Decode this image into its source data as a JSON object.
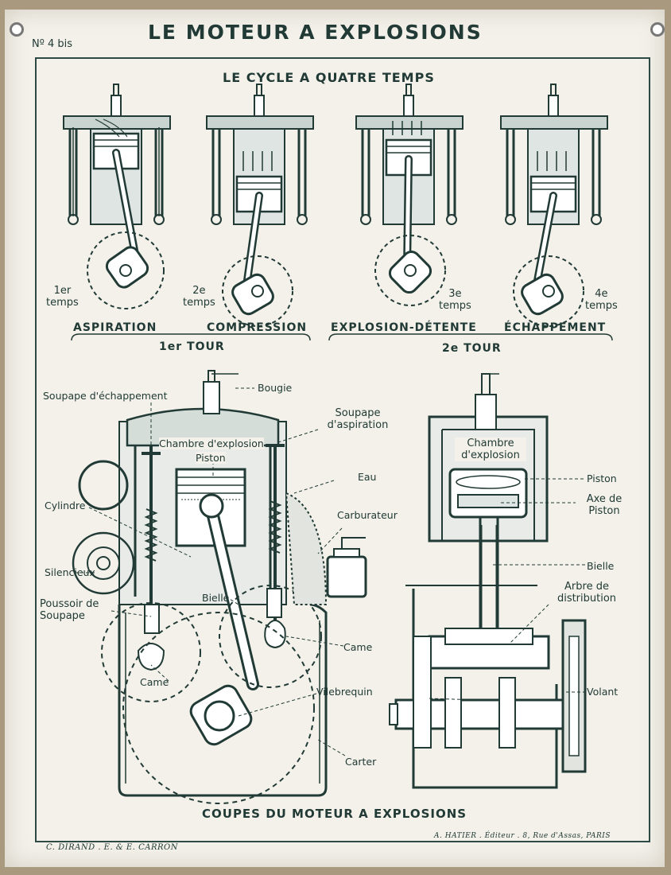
{
  "header": {
    "plate_number": "Nº 4 bis",
    "title": "LE MOTEUR A EXPLOSIONS",
    "subtitle": "LE CYCLE A QUATRE TEMPS"
  },
  "cycle": {
    "strokes": [
      {
        "num": "1er",
        "word": "temps",
        "name": "ASPIRATION"
      },
      {
        "num": "2e",
        "word": "temps",
        "name": "COMPRESSION"
      },
      {
        "num": "3e",
        "word": "temps",
        "name": "EXPLOSION-DÉTENTE"
      },
      {
        "num": "4e",
        "word": "temps",
        "name": "ÉCHAPPEMENT"
      }
    ],
    "tours": [
      "1er TOUR",
      "2e TOUR"
    ]
  },
  "section_left": {
    "labels": {
      "bougie": "Bougie",
      "soupape_echappement": "Soupape d'échappement",
      "soupape_aspiration": "Soupape d'aspiration",
      "chambre": "Chambre d'explosion",
      "piston": "Piston",
      "eau": "Eau",
      "cylindre": "Cylindre",
      "carburateur": "Carburateur",
      "silencieux": "Silencieux",
      "bielle": "Bielle",
      "poussoir": "Poussoir de Soupape",
      "came_left": "Came",
      "came_right": "Came",
      "vilebrequin": "Vilebrequin",
      "carter": "Carter"
    }
  },
  "section_right": {
    "labels": {
      "chambre": "Chambre d'explosion",
      "piston": "Piston",
      "axe": "Axe de Piston",
      "bielle": "Bielle",
      "arbre": "Arbre de distribution",
      "volant": "Volant"
    }
  },
  "footer": {
    "caption": "COUPES DU MOTEUR A EXPLOSIONS",
    "authors": "C. DIRAND . E. & E. CARRON",
    "publisher": "A. HATIER . Éditeur . 8, Rue d'Assas, PARIS"
  },
  "colors": {
    "ink": "#213a35",
    "paper": "#f3f1ea",
    "border": "#a9997f"
  }
}
